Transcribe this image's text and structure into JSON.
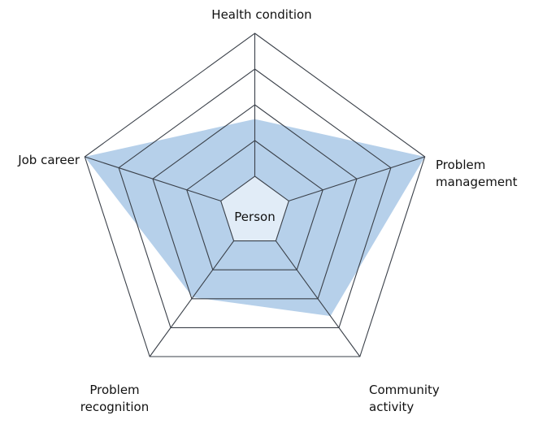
{
  "chart_data": {
    "type": "radar",
    "center_label": "Person",
    "axes": [
      {
        "label_lines": [
          "Health condition"
        ]
      },
      {
        "label_lines": [
          "Problem",
          "management"
        ]
      },
      {
        "label_lines": [
          "Community",
          "activity"
        ]
      },
      {
        "label_lines": [
          "Problem",
          "recognition"
        ]
      },
      {
        "label_lines": [
          "Job career"
        ]
      }
    ],
    "scale": {
      "min": 0,
      "max": 5,
      "rings": 5
    },
    "series": [
      {
        "values": [
          2.6,
          5.0,
          3.6,
          2.95,
          5.0
        ]
      }
    ],
    "colors": {
      "fill": "#b6d0ea",
      "grid_line": "#3a4049",
      "center_fill": "#e1ecf7",
      "text": "#111111"
    }
  }
}
